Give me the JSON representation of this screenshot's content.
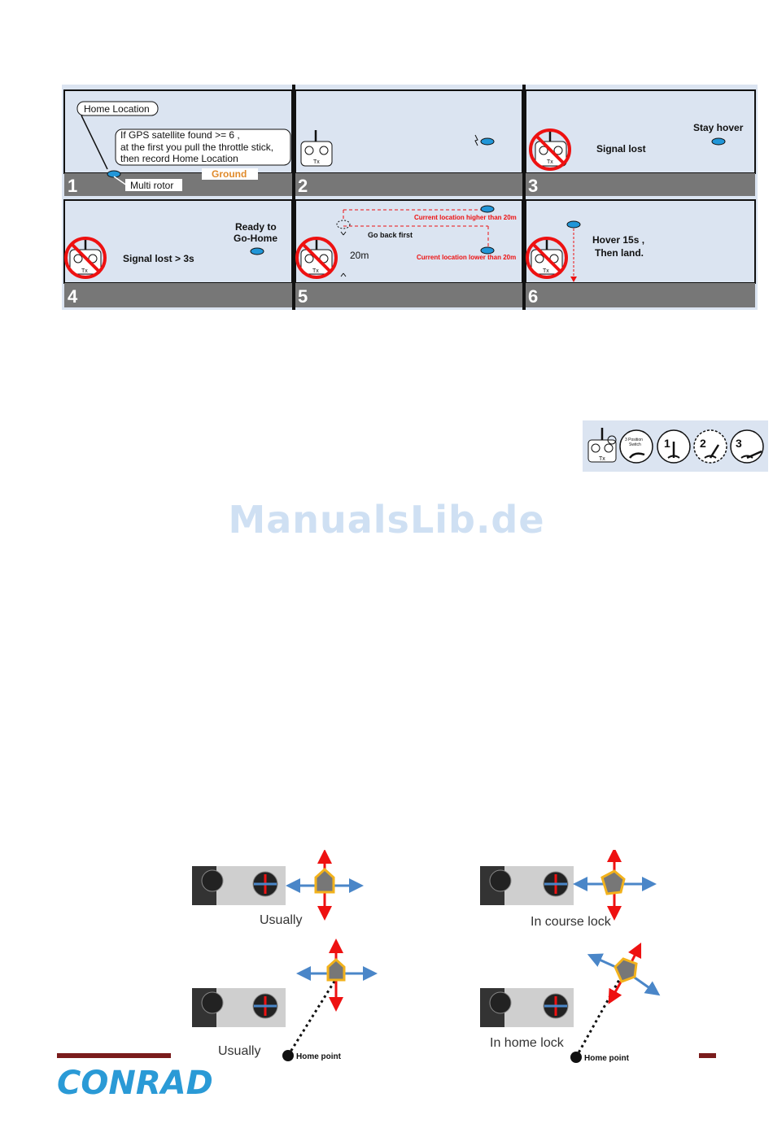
{
  "failsafe_steps": {
    "step_numbers": [
      "1",
      "2",
      "3",
      "4",
      "5",
      "6"
    ],
    "home_location": "Home Location",
    "gps_note_line1": "If GPS satellite found >= 6 ,",
    "gps_note_line2": "at the first you pull the throttle stick,",
    "gps_note_line3": "then record Home Location",
    "ground": "Ground",
    "multi_rotor": "Multi rotor",
    "tx": "Tx",
    "stay_hover": "Stay hover",
    "signal_lost": "Signal lost",
    "ready_to": "Ready to",
    "go_home": "Go-Home",
    "signal_lost_3s": "Signal lost > 3s",
    "current_higher": "Current location higher than 20m",
    "go_back_first": "Go back first",
    "height_20m": "20m",
    "current_lower": "Current location lower than 20m",
    "hover_15s": "Hover 15s ,",
    "then_land": "Then land."
  },
  "switch_figure": {
    "tx": "Tx",
    "switch_label_line1": "3 Position",
    "switch_label_line2": "Switch",
    "positions": [
      "1",
      "2",
      "3"
    ]
  },
  "watermark": "ManualsLib.de",
  "flight_modes": {
    "usually_top": "Usually",
    "course_lock": "In course lock",
    "usually_bottom": "Usually",
    "home_lock": "In home lock",
    "home_point_left": "Home point",
    "home_point_right": "Home point"
  },
  "footer": {
    "logo": "CONRAD",
    "accent_color": "#7a1c1c",
    "logo_color": "#2a9ad6"
  }
}
